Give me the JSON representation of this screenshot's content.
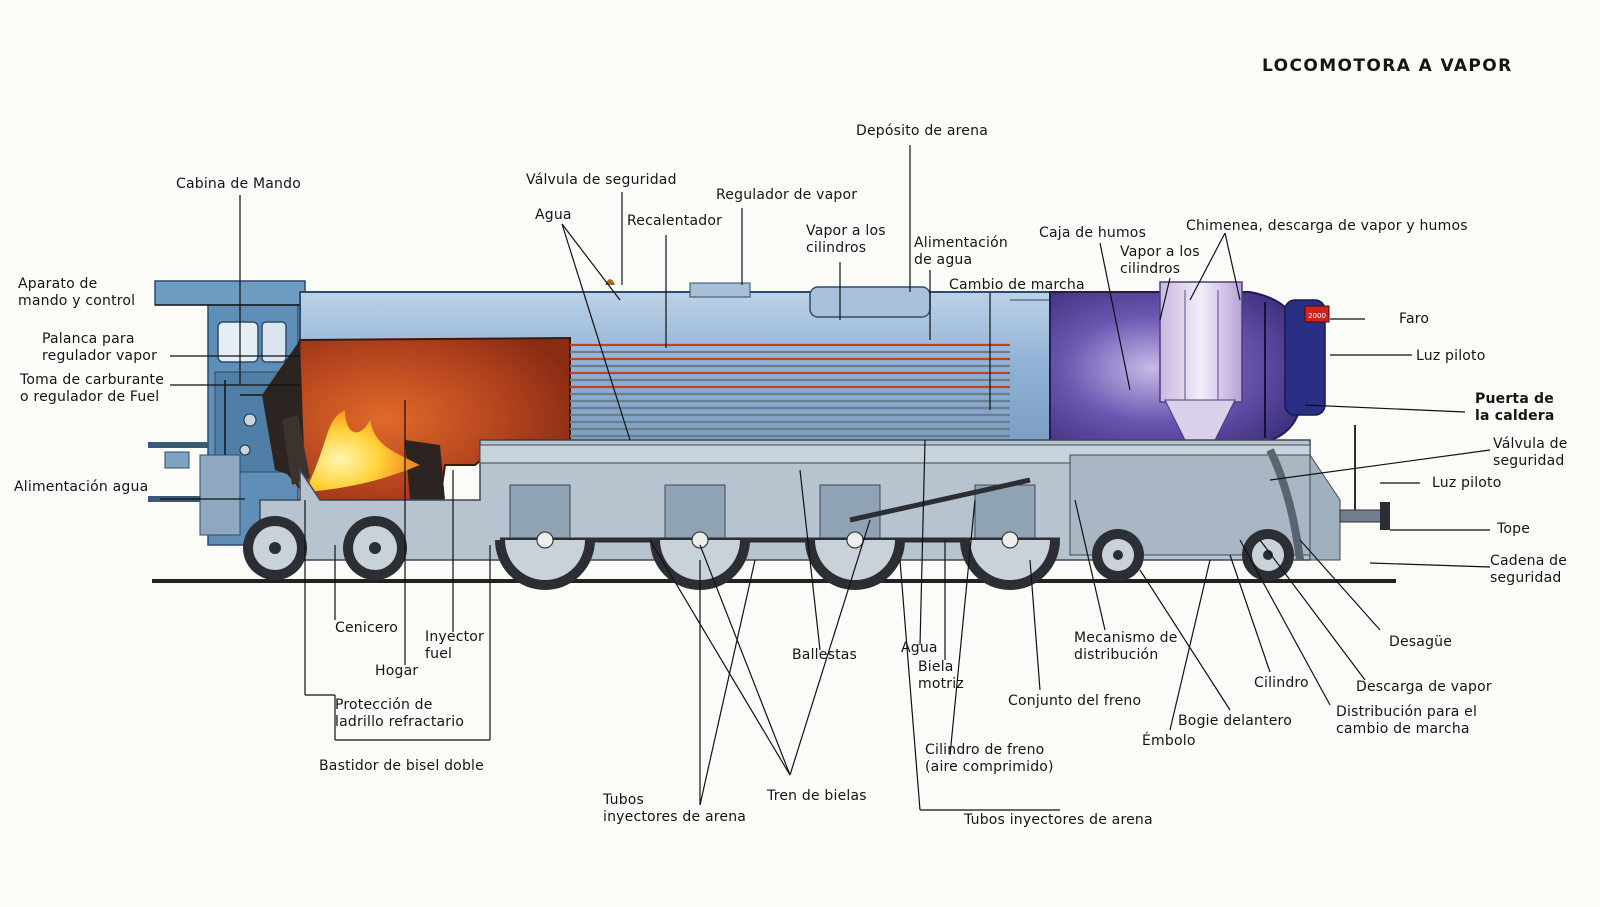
{
  "title": "LOCOMOTORA A VAPOR",
  "labels": {
    "cabina": "Cabina de Mando",
    "aparato": "Aparato de\nmando y control",
    "palanca": "Palanca para\nregulador vapor",
    "toma": "Toma de carburante\no regulador de Fuel",
    "alim_agua_left": "Alimentación agua",
    "valvula_seg_top": "Válvula de seguridad",
    "agua_top": "Agua",
    "recalentador": "Recalentador",
    "regulador": "Regulador de vapor",
    "deposito": "Depósito de arena",
    "vapor_cil_1": "Vapor a los\ncilindros",
    "alim_agua_top": "Alimentación\nde agua",
    "cambio": "Cambio de marcha",
    "caja": "Caja de humos",
    "vapor_cil_2": "Vapor a los\ncilindros",
    "chimenea": "Chimenea, descarga de vapor y humos",
    "faro": "Faro",
    "luz_piloto_1": "Luz piloto",
    "puerta": "Puerta de\nla caldera",
    "valvula_seg_right": "Válvula de\nseguridad",
    "luz_piloto_2": "Luz piloto",
    "tope": "Tope",
    "cadena": "Cadena de\nseguridad",
    "desague": "Desagüe",
    "descarga": "Descarga de vapor",
    "distribucion": "Distribución para el\ncambio de marcha",
    "cilindro": "Cilindro",
    "bogie": "Bogie delantero",
    "embolo": "Émbolo",
    "mecanismo": "Mecanismo de\ndistribución",
    "conjunto": "Conjunto del freno",
    "cil_freno": "Cilindro de freno\n(aire comprimido)",
    "tubos_right": "Tubos inyectores de arena",
    "biela": "Biela\nmotriz",
    "agua_bottom": "Agua",
    "ballestas": "Ballestas",
    "tren": "Tren de bielas",
    "tubos_left": "Tubos\ninyectores de arena",
    "bastidor": "Bastidor de bisel doble",
    "proteccion": "Protección de\nladrillo refractario",
    "hogar": "Hogar",
    "cenicero": "Cenicero",
    "inyector": "Inyector\nfuel"
  },
  "headlight_number": "2000",
  "colors": {
    "cab_blue": "#5f8fb7",
    "boiler_blue": "#8fb1d5",
    "firebox_red": "#b4431e",
    "flame_yellow": "#ffd23a",
    "smokebox_purple": "#4c3a8f",
    "frame_gray": "#b7c3cf",
    "wheel_dark": "#2b2e33",
    "rail": "#222222"
  }
}
